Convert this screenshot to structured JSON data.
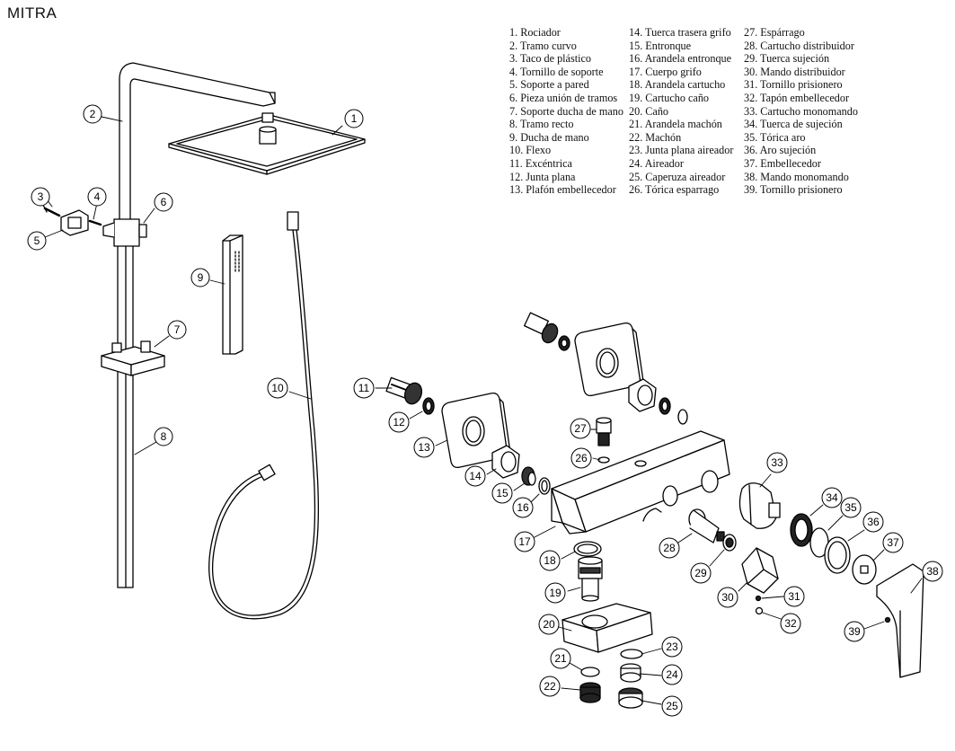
{
  "title": "MITRA",
  "legend": {
    "col1": [
      "1. Rociador",
      "2. Tramo curvo",
      "3. Taco de plástico",
      "4. Tornillo de soporte",
      "5. Soporte a pared",
      "6. Pieza unión de tramos",
      "7. Soporte ducha de mano",
      "8. Tramo recto",
      "9. Ducha de mano",
      "10. Flexo",
      "11. Excéntrica",
      "12. Junta plana",
      "13. Plafón embellecedor"
    ],
    "col2": [
      "14. Tuerca trasera grifo",
      "15. Entronque",
      "16. Arandela entronque",
      "17. Cuerpo grifo",
      "18. Arandela cartucho",
      "19. Cartucho caño",
      "20. Caño",
      "21. Arandela machón",
      "22. Machón",
      "23. Junta plana aireador",
      "24. Aireador",
      "25. Caperuza aireador",
      "26. Tórica esparrago"
    ],
    "col3": [
      "27. Espárrago",
      "28. Cartucho distribuidor",
      "29. Tuerca sujeción",
      "30. Mando distribuidor",
      "31. Tornillo prisionero",
      "32. Tapón embellecedor",
      "33. Cartucho monomando",
      "34. Tuerca de sujeción",
      "35. Tórica aro",
      "36. Aro sujeción",
      "37. Embellecedor",
      "38. Mando monomando",
      "39. Tornillo prisionero"
    ]
  },
  "callouts": {
    "c1": "1",
    "c2": "2",
    "c3": "3",
    "c4": "4",
    "c5": "5",
    "c6": "6",
    "c7": "7",
    "c8": "8",
    "c9": "9",
    "c10": "10",
    "c11": "11",
    "c12": "12",
    "c13": "13",
    "c14": "14",
    "c15": "15",
    "c16": "16",
    "c17": "17",
    "c18": "18",
    "c19": "19",
    "c20": "20",
    "c21": "21",
    "c22": "22",
    "c23": "23",
    "c24": "24",
    "c25": "25",
    "c26": "26",
    "c27": "27",
    "c28": "28",
    "c29": "29",
    "c30": "30",
    "c31": "31",
    "c32": "32",
    "c33": "33",
    "c34": "34",
    "c35": "35",
    "c36": "36",
    "c37": "37",
    "c38": "38",
    "c39": "39"
  }
}
